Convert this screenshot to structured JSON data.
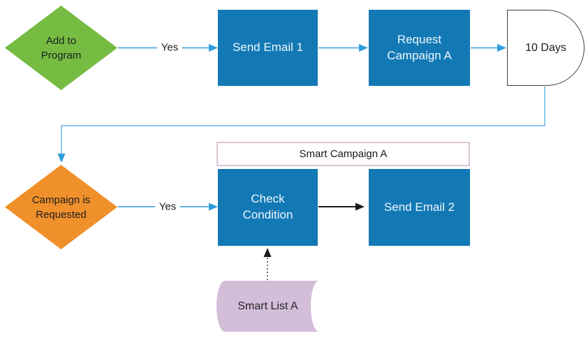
{
  "nodes": {
    "add_to_program": {
      "label": "Add to Program",
      "shape": "decision-diamond"
    },
    "send_email_1": {
      "label": "Send Email 1",
      "shape": "process-rect"
    },
    "request_campaign_a": {
      "label": "Request Campaign A",
      "shape": "process-rect"
    },
    "wait_10_days": {
      "label": "10 Days",
      "shape": "delay"
    },
    "campaign_is_requested": {
      "label": "Campaign is Requested",
      "shape": "decision-diamond"
    },
    "smart_campaign_a": {
      "label": "Smart Campaign A",
      "shape": "labeled-container"
    },
    "check_condition": {
      "label": "Check Condition",
      "shape": "process-rect"
    },
    "send_email_2": {
      "label": "Send Email 2",
      "shape": "process-rect"
    },
    "smart_list_a": {
      "label": "Smart List A",
      "shape": "stored-data"
    }
  },
  "edge_labels": {
    "yes_top": "Yes",
    "yes_bottom": "Yes"
  },
  "colors": {
    "process_fill": "#1379b5",
    "process_text": "#eef6fb",
    "decision_start_fill": "#76bc43",
    "decision_mid_fill": "#f0902b",
    "decision_text": "#1d1d1d",
    "stored_data_fill": "#d3bdd8",
    "container_border": "#d9c6d9",
    "delay_border": "#404040",
    "connector_blue": "#62b3e4",
    "connector_light_blue": "#8cc8ec",
    "arrowhead_blue": "#2e9ddc",
    "connector_black": "#1a1a1a"
  }
}
